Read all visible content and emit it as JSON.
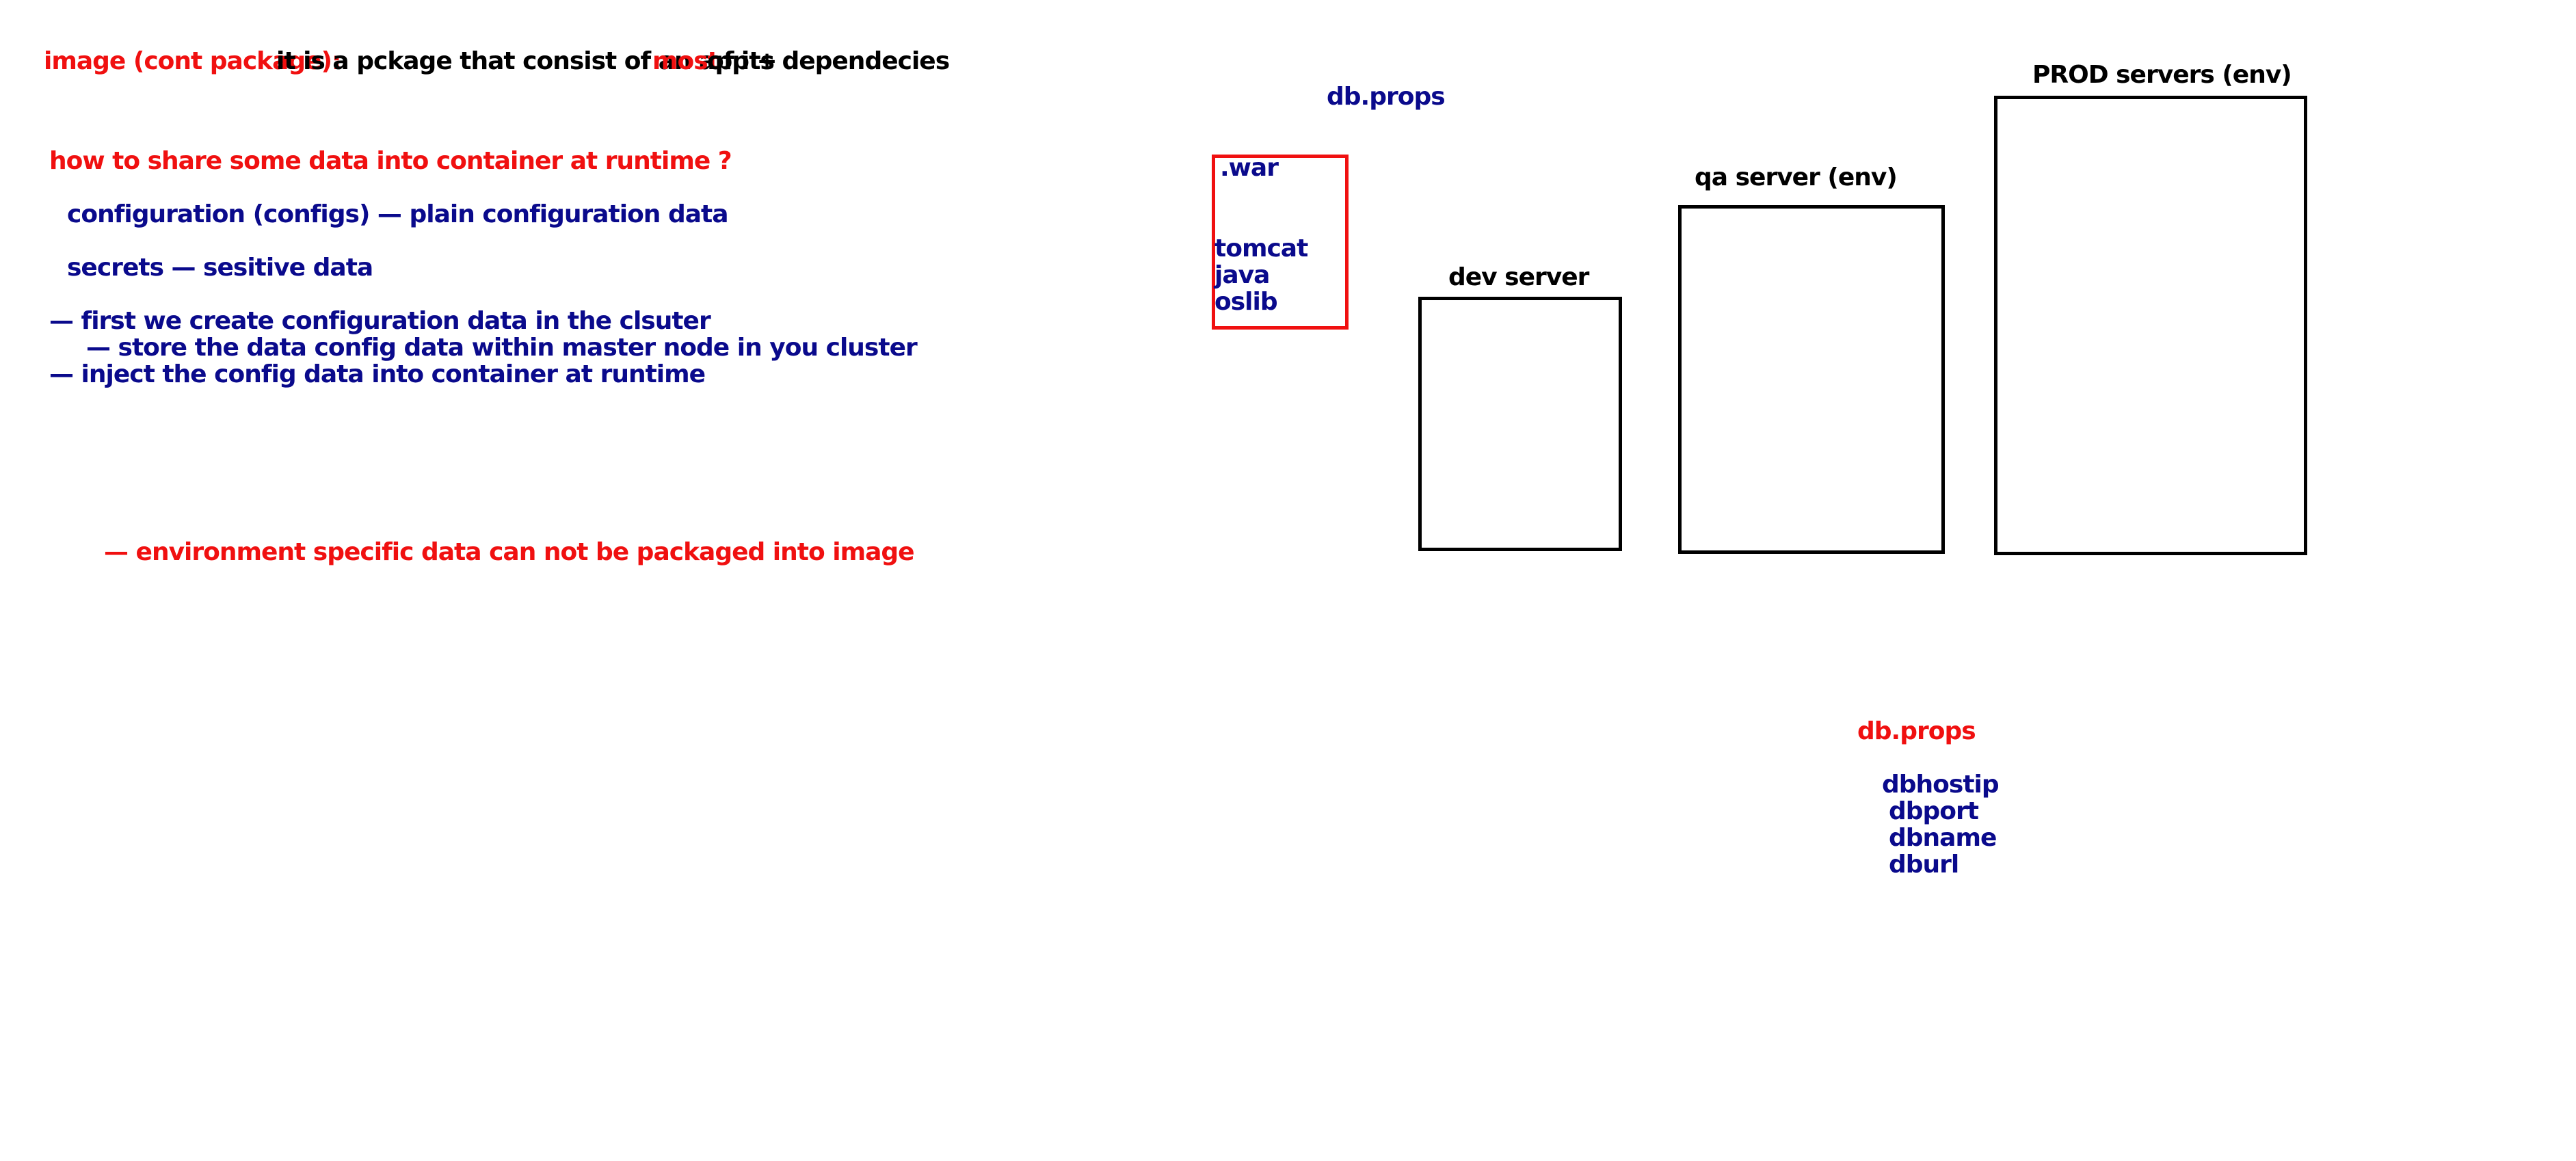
{
  "title_line": {
    "prefix": "image  (cont package):",
    "body": "it is a pckage that consist of an app +",
    "highlight": "most",
    "suffix": "of its dependecies"
  },
  "question": "how to share some data into container at runtime ?",
  "configs_line": "configuration (configs)  — plain configuration data",
  "secrets_line": "secrets — sesitive data",
  "steps": {
    "step1": "— first we create configuration data in the clsuter",
    "step1_sub": "— store the data config data within master node in you cluster",
    "step2": "— inject the config data into container at runtime"
  },
  "env_note": "— environment specific data can not be packaged into image",
  "image_box": {
    "label_above": "db.props",
    "war": ".war",
    "stack": [
      "tomcat",
      "java",
      "oslib"
    ]
  },
  "servers": {
    "dev": "dev server",
    "qa": "qa server (env)",
    "prod": "PROD servers (env)"
  },
  "db_props": {
    "title": "db.props",
    "keys": [
      "dbhostip",
      "dbport",
      "dbname",
      "dburl"
    ]
  },
  "colors": {
    "red": "#f01010",
    "black": "#000000",
    "navy": "#0a0a8c"
  }
}
